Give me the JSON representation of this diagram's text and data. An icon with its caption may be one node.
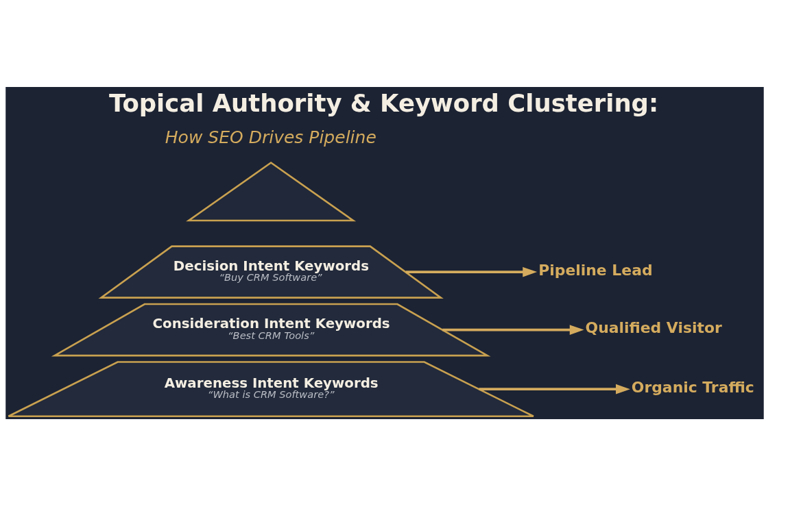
{
  "diagram": {
    "title": "Topical Authority & Keyword Clustering:",
    "nodes": [
      {
        "text": [],
        "shape": "triangle"
      },
      {
        "text": [
          "Decision Intent Keywords",
          "“Buy CRM Software”"
        ]
      },
      {
        "text": [
          "Consideration Intent Keywords",
          "“Best CRM Tools”"
        ]
      },
      {
        "text": [
          "Awareness Intent Keywords",
          "“What is CRM Software?”"
        ]
      },
      {
        "text": [
          "Pipeline Lead"
        ]
      },
      {
        "text": [
          "Qualified Visitor"
        ]
      },
      {
        "text": [
          "Organic Traffic"
        ]
      }
    ],
    "edges": [
      {
        "from": 1,
        "to": 4,
        "arrow": "to"
      },
      {
        "from": 2,
        "to": 5,
        "arrow": "to"
      },
      {
        "from": 3,
        "to": 6,
        "arrow": "to"
      }
    ],
    "labels": [
      "How SEO Drives Pipeline"
    ]
  }
}
